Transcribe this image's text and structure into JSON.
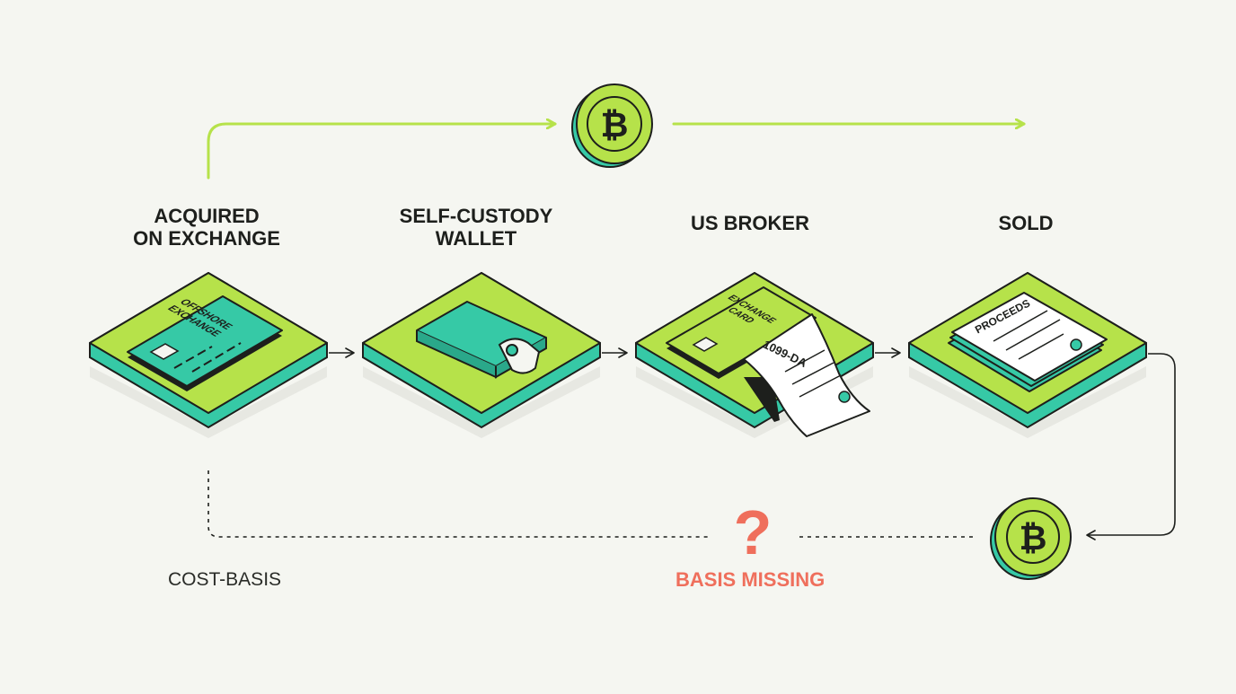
{
  "stages": [
    {
      "label": "ACQUIRED\nON EXCHANGE",
      "card_text": "OFFSHORE\nEXCHANGE"
    },
    {
      "label": "SELF-CUSTODY\nWALLET"
    },
    {
      "label": "US BROKER",
      "card_text": "EXCHANGE\nCARD",
      "form_text": "1099-DA"
    },
    {
      "label": "SOLD",
      "doc_text": "PROCEEDS"
    }
  ],
  "flow": {
    "cost_basis_label": "COST-BASIS",
    "question_mark": "?",
    "missing_label": "BASIS MISSING"
  },
  "colors": {
    "lime": "#b6e24a",
    "teal": "#36c9a6",
    "alert": "#ef6f5c",
    "ink": "#1d1f1c",
    "background": "#f5f6f1"
  },
  "icons": [
    "bitcoin-coin-icon",
    "credit-card-icon",
    "wallet-icon",
    "receipt-icon",
    "document-stack-icon"
  ]
}
